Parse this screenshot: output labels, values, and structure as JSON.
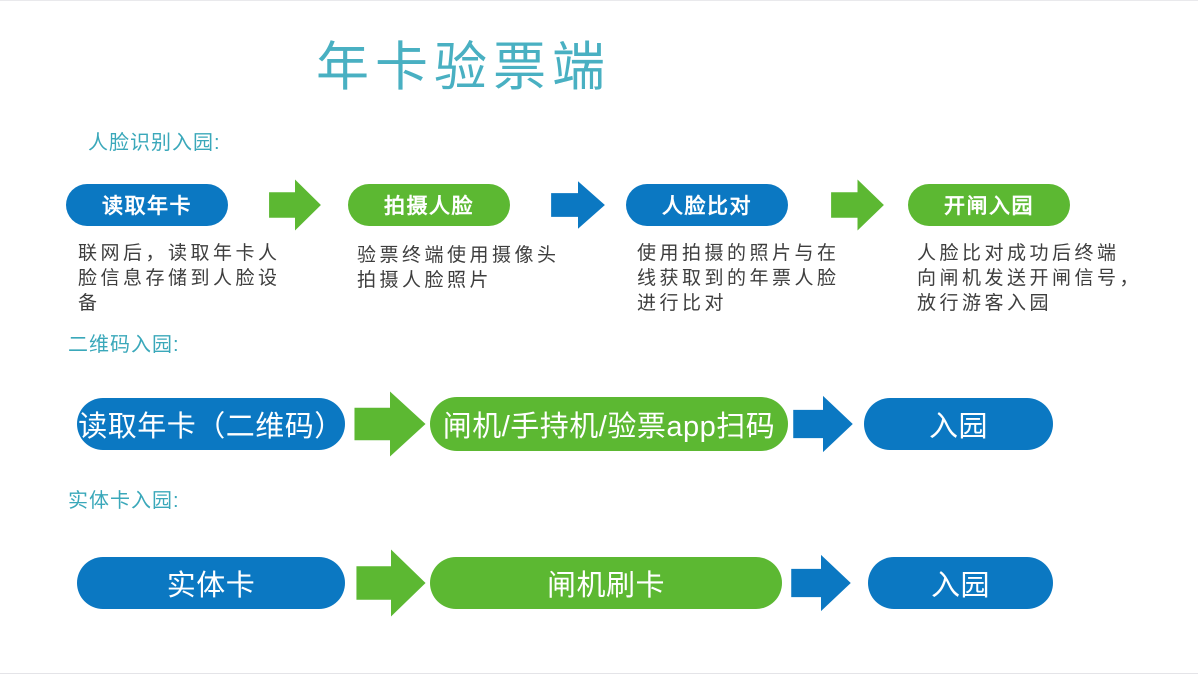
{
  "title": "年卡验票端",
  "colors": {
    "blue": "#0b78c2",
    "green": "#5cb832",
    "title_teal": "#49b0c2",
    "label_teal": "#3aa8ba",
    "body_text": "#3e3e3e"
  },
  "sections": [
    {
      "label": "人脸识别入园:",
      "arrows": [
        "green",
        "blue",
        "green"
      ],
      "steps": [
        {
          "label": "读取年卡",
          "color": "blue",
          "description": [
            "联网后，读取年卡人",
            "脸信息存储到人脸设",
            "备"
          ]
        },
        {
          "label": "拍摄人脸",
          "color": "green",
          "description": [
            "验票终端使用摄像头",
            "拍摄人脸照片"
          ]
        },
        {
          "label": "人脸比对",
          "color": "blue",
          "description": [
            "使用拍摄的照片与在",
            "线获取到的年票人脸",
            "进行比对"
          ]
        },
        {
          "label": "开闸入园",
          "color": "green",
          "description": [
            "人脸比对成功后终端",
            "向闸机发送开闸信号，",
            "放行游客入园"
          ]
        }
      ]
    },
    {
      "label": "二维码入园:",
      "arrows": [
        "green",
        "blue"
      ],
      "steps": [
        {
          "label": "读取年卡（二维码）",
          "color": "blue"
        },
        {
          "label": "闸机/手持机/验票app扫码",
          "color": "green"
        },
        {
          "label": "入园",
          "color": "blue"
        }
      ]
    },
    {
      "label": "实体卡入园:",
      "arrows": [
        "green",
        "blue"
      ],
      "steps": [
        {
          "label": "实体卡",
          "color": "blue"
        },
        {
          "label": "闸机刷卡",
          "color": "green"
        },
        {
          "label": "入园",
          "color": "blue"
        }
      ]
    }
  ]
}
